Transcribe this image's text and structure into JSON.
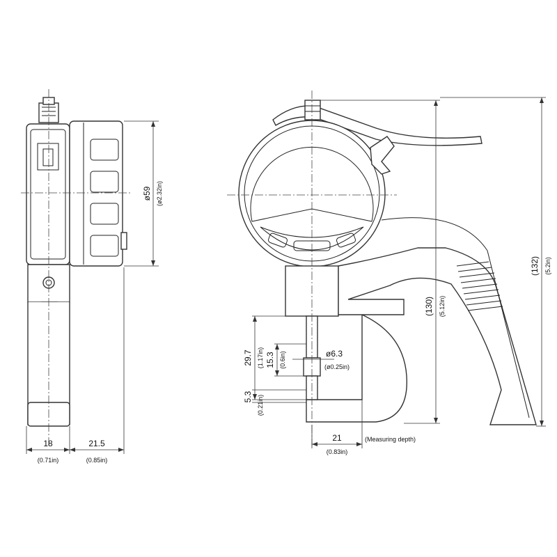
{
  "diagram": {
    "side_view": {
      "dims": {
        "dial_diameter": "ø59",
        "dial_diameter_in": "(ø2.32in)",
        "body_thickness": "18",
        "body_thickness_in": "(0.71in)",
        "dial_depth": "21.5",
        "dial_depth_in": "(0.85in)"
      }
    },
    "front_view": {
      "dims": {
        "contact_depth": "29.7",
        "contact_depth_in": "(1.17in)",
        "spindle_length": "15.3",
        "spindle_length_in": "(0.6in)",
        "contact_diameter": "ø6.3",
        "contact_diameter_in": "(ø0.25in)",
        "anvil_thickness": "5.3",
        "anvil_thickness_in": "(0.21in)",
        "measuring_depth": "21",
        "measuring_depth_in": "(0.83in)",
        "measuring_depth_note": "(Measuring depth)",
        "height_overall": "(130)",
        "height_overall_in": "(5.12in)",
        "height_total": "(132)",
        "height_total_in": "(5.2in)"
      }
    }
  }
}
